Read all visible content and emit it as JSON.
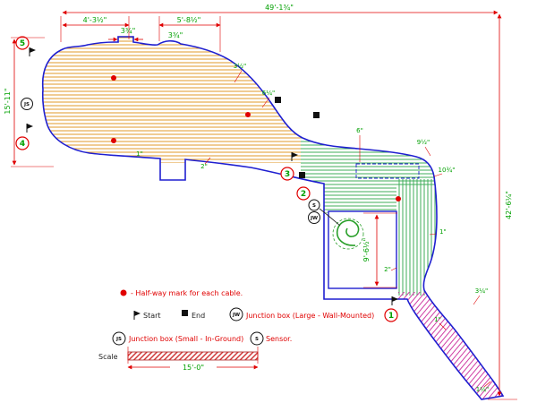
{
  "colors": {
    "outline": "#1f1fd0",
    "dimension_line": "#e00000",
    "dimension_text": "#00a000",
    "hatch_orange": "#e3a23b",
    "hatch_green": "#3fae5a",
    "hatch_pink": "#cf3da4",
    "legend_text_red": "#e00000",
    "plain_text": "#222222"
  },
  "dims": {
    "top_total": "49'-1¾\"",
    "top_left": "4'-3½\"",
    "top_mid": "5'-8½\"",
    "tab_left": "3¾\"",
    "tab_right": "3¾\"",
    "left_height": "15'-11\"",
    "right_height": "42'-6¼\"",
    "inner_height": "9'-6½\""
  },
  "annotations": [
    {
      "text": "3½\""
    },
    {
      "text": "6¼\""
    },
    {
      "text": "6\""
    },
    {
      "text": "9½\""
    },
    {
      "text": "10¾\""
    },
    {
      "text": "2\""
    },
    {
      "text": "1\""
    },
    {
      "text": "1\""
    },
    {
      "text": "2\""
    },
    {
      "text": "3¼\""
    },
    {
      "text": "1\""
    },
    {
      "text": "1¼\""
    }
  ],
  "callouts": [
    {
      "n": "1"
    },
    {
      "n": "2"
    },
    {
      "n": "3"
    },
    {
      "n": "4"
    },
    {
      "n": "5"
    }
  ],
  "symbols": {
    "sensor": "S",
    "junction_small": "JS",
    "junction_large": "JW"
  },
  "legend": {
    "halfway": "- Half-way mark for each cable.",
    "start": "Start",
    "end": "End",
    "junction_large": "Junction box (Large - Wall-Mounted)",
    "junction_small": "Junction box (Small - In-Ground)",
    "sensor": "Sensor.",
    "scale_label": "Scale",
    "scale_value": "15'-0\""
  }
}
